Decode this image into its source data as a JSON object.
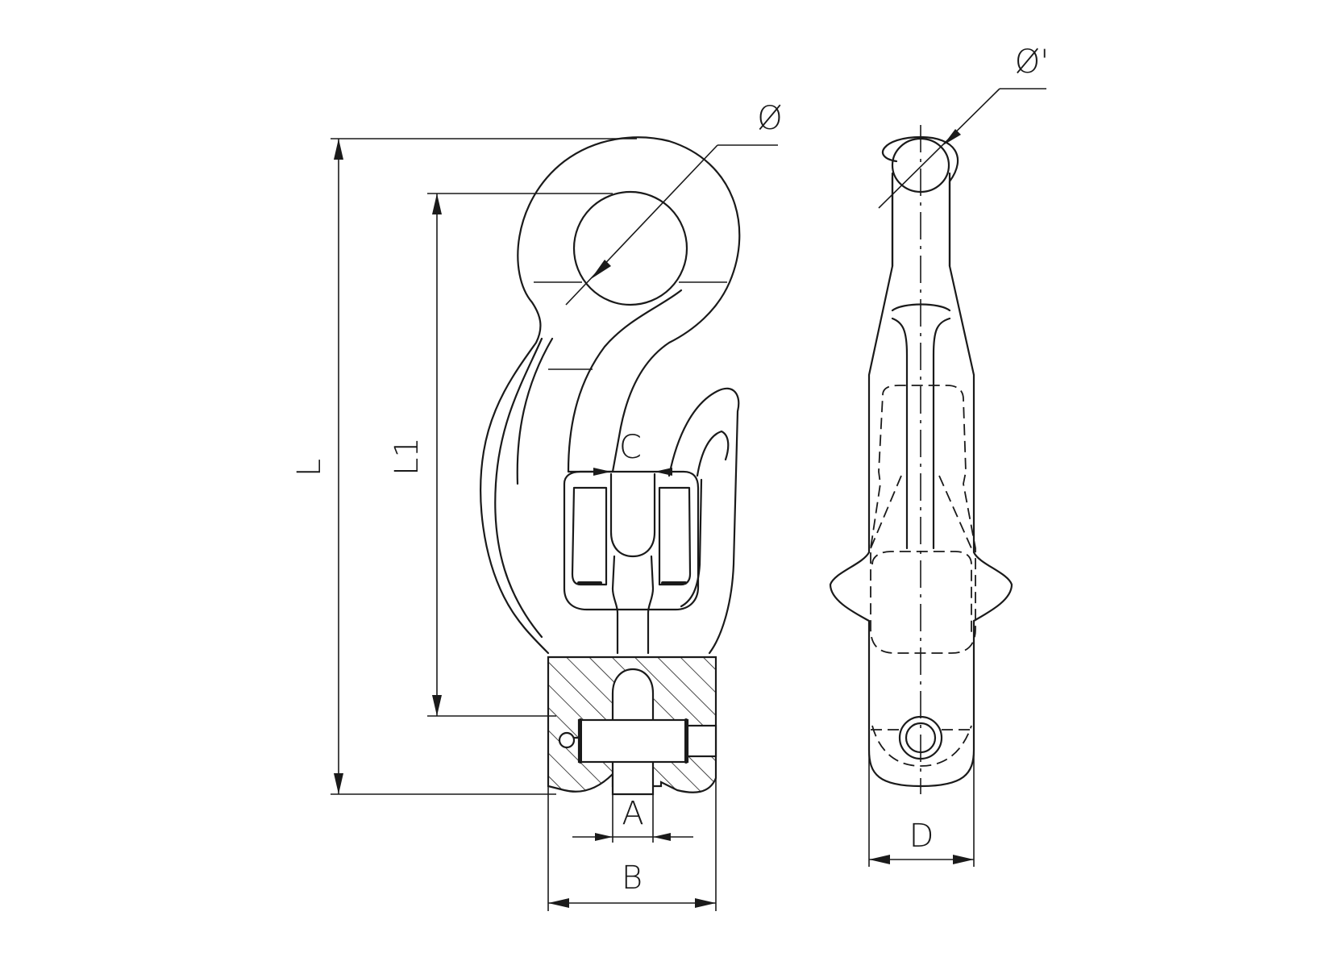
{
  "labels": {
    "overall_length": "L",
    "inner_length": "L1",
    "throat_opening": "C",
    "pin_gap": "A",
    "body_width": "B",
    "side_thickness": "D",
    "eye_diameter": "Ø",
    "section_diameter": "Ø'"
  }
}
